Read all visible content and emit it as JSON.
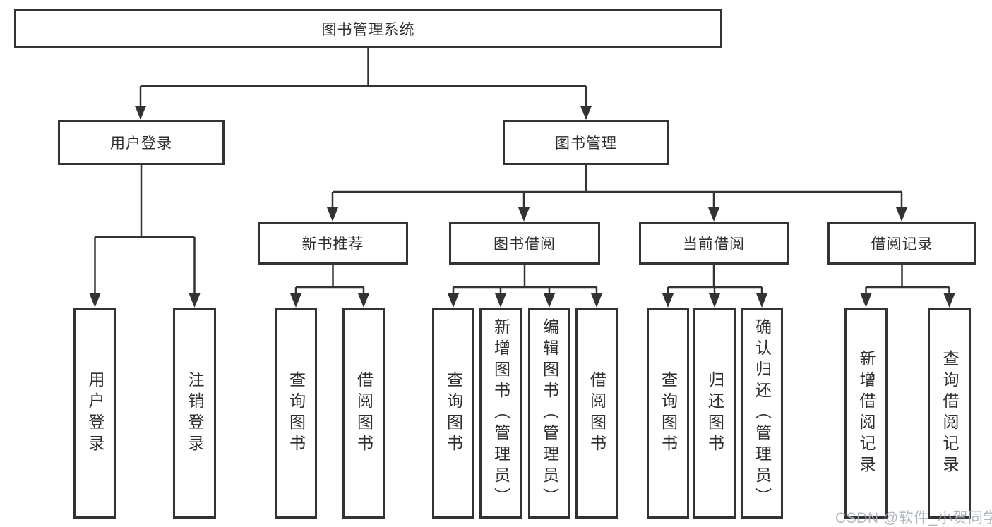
{
  "diagram_title": "图书管理系统",
  "nodes": {
    "root": "图书管理系统",
    "level2": {
      "user_login": "用户登录",
      "book_management": "图书管理"
    },
    "level3": {
      "new_book_recommend": "新书推荐",
      "book_borrow": "图书借阅",
      "current_borrow": "当前借阅",
      "borrow_records": "借阅记录"
    },
    "leaves": {
      "user_login_children": [
        "用户登录",
        "注销登录"
      ],
      "new_book_recommend_children": [
        "查询图书",
        "借阅图书"
      ],
      "book_borrow_children": [
        "查询图书",
        "新增图书（管理员）",
        "编辑图书（管理员）",
        "借阅图书"
      ],
      "current_borrow_children": [
        "查询图书",
        "归还图书",
        "确认归还（管理员）"
      ],
      "borrow_records_children": [
        "新增借阅记录",
        "查询借阅记录"
      ]
    }
  },
  "watermark": {
    "text": "CSDN @软件_小贺同学"
  },
  "colors": {
    "line": "#333333",
    "text": "#2f2f2f",
    "box_background": "#ffffff",
    "page_background": "#ffffff",
    "watermark": "#acb2b8"
  }
}
